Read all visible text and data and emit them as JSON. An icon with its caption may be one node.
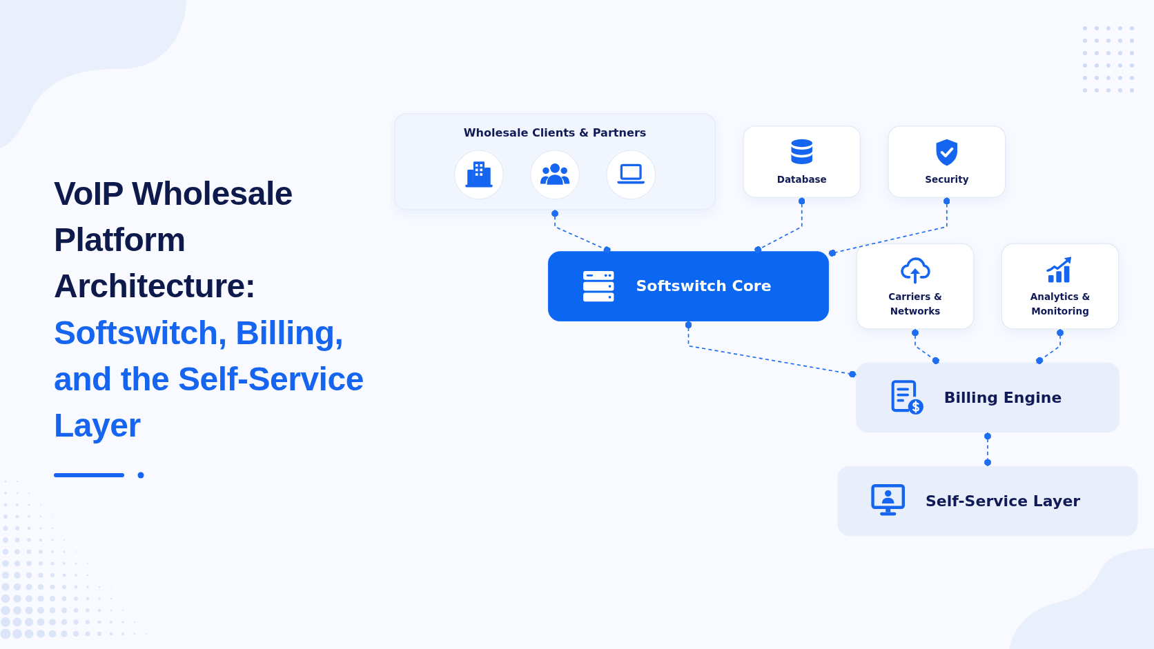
{
  "diagram": {
    "title": "VoIP Wholesale Platform Architecture: Softswitch, Billing, and the Self-Service Layer",
    "nodes": [
      {
        "text": [
          "Wholesale Clients & Partners"
        ]
      },
      {
        "text": [
          "Database"
        ]
      },
      {
        "text": [
          "Softswitch Core"
        ]
      },
      {
        "text": [
          "Security"
        ]
      },
      {
        "text": [
          "Carriers & Networks"
        ]
      },
      {
        "text": [
          "Billing Engine"
        ]
      },
      {
        "text": [
          "Analytics & Monitoring"
        ]
      },
      {
        "text": [
          "Self-Service Layer"
        ]
      }
    ],
    "edges": [
      {
        "from": 0,
        "to": 2,
        "arrow": "other",
        "style": "dashed"
      },
      {
        "from": 1,
        "to": 2,
        "arrow": "other",
        "style": "dashed"
      },
      {
        "from": 3,
        "to": 2,
        "arrow": "other",
        "style": "dashed"
      },
      {
        "from": 2,
        "to": 5,
        "arrow": "other",
        "style": "dashed"
      },
      {
        "from": 4,
        "to": 5,
        "arrow": "other",
        "style": "dashed"
      },
      {
        "from": 6,
        "to": 5,
        "arrow": "other",
        "style": "dashed"
      },
      {
        "from": 5,
        "to": 7,
        "arrow": "other",
        "style": "dashed"
      }
    ]
  }
}
